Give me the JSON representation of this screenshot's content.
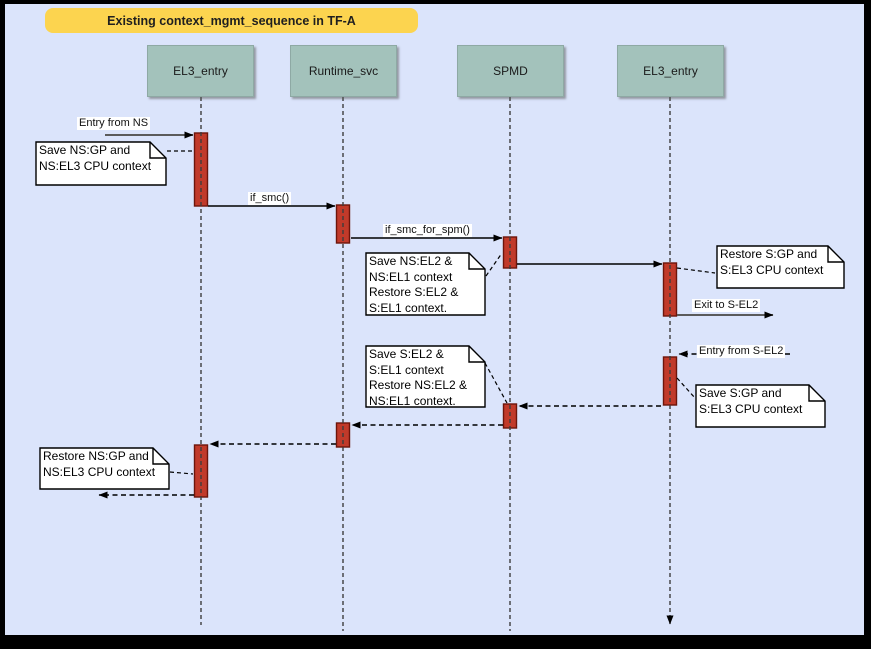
{
  "diagram": {
    "title": "Existing context_mgmt_sequence in TF-A",
    "actors": [
      {
        "label": "EL3_entry"
      },
      {
        "label": "Runtime_svc"
      },
      {
        "label": "SPMD"
      },
      {
        "label": "EL3_entry"
      }
    ],
    "messages": {
      "entry_from_ns": "Entry from NS",
      "if_smc": "if_smc()",
      "if_smc_for_spm": "if_smc_for_spm()",
      "exit_to_s_el2": "Exit to S-EL2",
      "entry_from_s_el2": "Entry from S-EL2"
    },
    "notes": {
      "save_ns_gp": "Save NS:GP and\nNS:EL3 CPU context",
      "save_ns_el2": "Save NS:EL2 &\nNS:EL1 context\nRestore S:EL2 &\nS:EL1 context.",
      "restore_s_gp": "Restore S:GP and\nS:EL3 CPU context",
      "save_s_el2": "Save S:EL2 &\nS:EL1 context\nRestore NS:EL2 &\nNS:EL1 context.",
      "save_s_gp": "Save S:GP and\nS:EL3 CPU context",
      "restore_ns_gp": "Restore NS:GP and\nNS:EL3 CPU context"
    },
    "colors": {
      "background": "#dbe4fb",
      "frame": "#000000",
      "actor_fill": "#a3c2bb",
      "activation_fill": "#c13a2a",
      "title_fill": "#fcd44f",
      "note_fill": "#ffffff"
    }
  }
}
